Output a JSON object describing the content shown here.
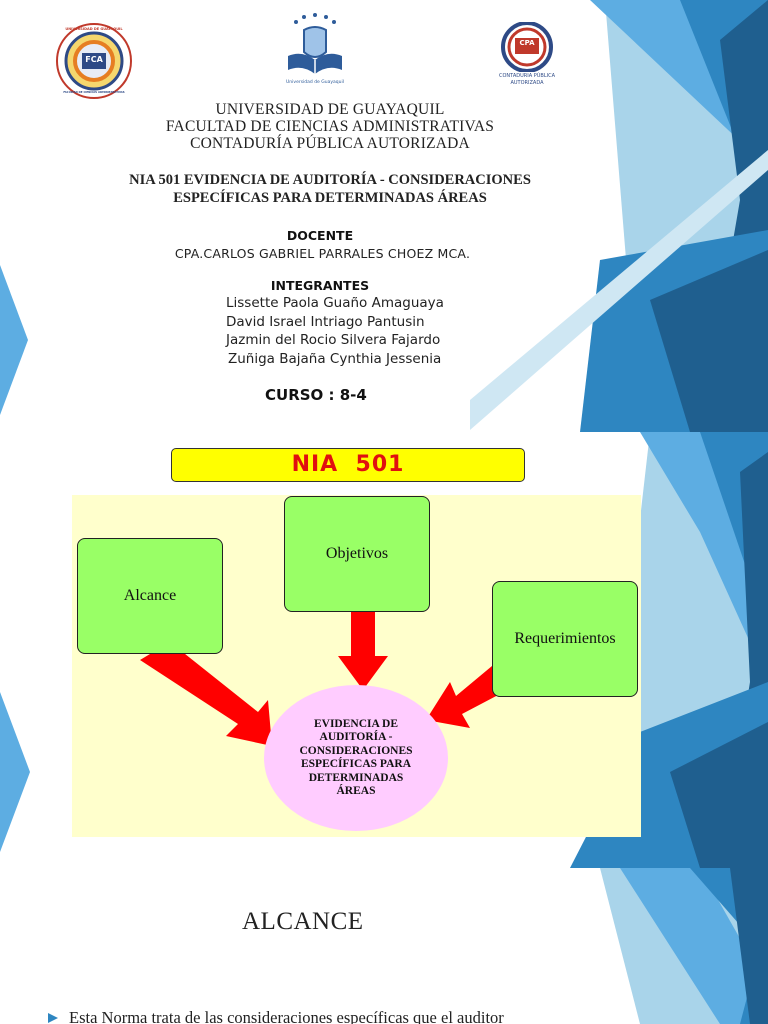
{
  "slide1": {
    "logos": {
      "left": "Universidad de Guayaquil - Facultad de Ciencias Administrativas seal",
      "center": "Universidad de Guayaquil crest",
      "right": "Contaduria Publica Autorizada CPA seal"
    },
    "logo_text": {
      "left_ring_top": "UNIVERSIDAD DE GUAYAQUIL",
      "left_ring_bottom": "FACULTAD DE CIENCIAS ADMINISTRATIVAS",
      "left_center": "FCA",
      "center_caption": "Universidad de Guayaquil",
      "right_center": "CPA",
      "right_caption_1": "CONTADURIA PÚBLICA",
      "right_caption_2": "AUTORIZADA"
    },
    "university_lines": [
      "UNIVERSIDAD DE GUAYAQUIL",
      "FACULTAD DE CIENCIAS ADMINISTRATIVAS",
      "CONTADURÍA PÚBLICA AUTORIZADA"
    ],
    "topic_lines": [
      "NIA 501 EVIDENCIA DE AUDITORÍA - CONSIDERACIONES",
      "ESPECÍFICAS PARA DETERMINADAS ÁREAS"
    ],
    "docente_label": "DOCENTE",
    "docente_name": "CPA.CARLOS GABRIEL PARRALES CHOEZ MCA.",
    "integrantes_label": "INTEGRANTES",
    "members": [
      "Lissette Paola Guaño Amaguaya",
      "David Israel Intriago Pantusin",
      "Jazmin del Rocio Silvera Fajardo",
      "Zuñiga Bajaña Cynthia Jessenia"
    ],
    "curso": "CURSO : 8-4"
  },
  "slide2": {
    "banner": "NIA  501",
    "boxes": {
      "alcance": "Alcance",
      "objetivos": "Objetivos",
      "requerimientos": "Requerimientos"
    },
    "center_lines": [
      "EVIDENCIA DE",
      "AUDITORÍA -",
      "CONSIDERACIONES",
      "ESPECÍFICAS PARA",
      "DETERMINADAS",
      "ÁREAS"
    ]
  },
  "slide3": {
    "title": "ALCANCE",
    "bullet": "Esta Norma trata de las consideraciones específicas que el auditor"
  },
  "colors": {
    "decor_dark": "#1f5f8f",
    "decor_mid": "#2e86c1",
    "decor_light": "#5dade2",
    "decor_pale": "#a9d4ea",
    "banner_fill": "#ffff00",
    "banner_text": "#e01010",
    "panel_fill": "#ffffcc",
    "box_fill": "#99ff66",
    "ellipse_fill": "#ffccff",
    "arrow_red": "#ff0000"
  },
  "icons": {
    "bullet": "triangle-bullet-icon"
  }
}
